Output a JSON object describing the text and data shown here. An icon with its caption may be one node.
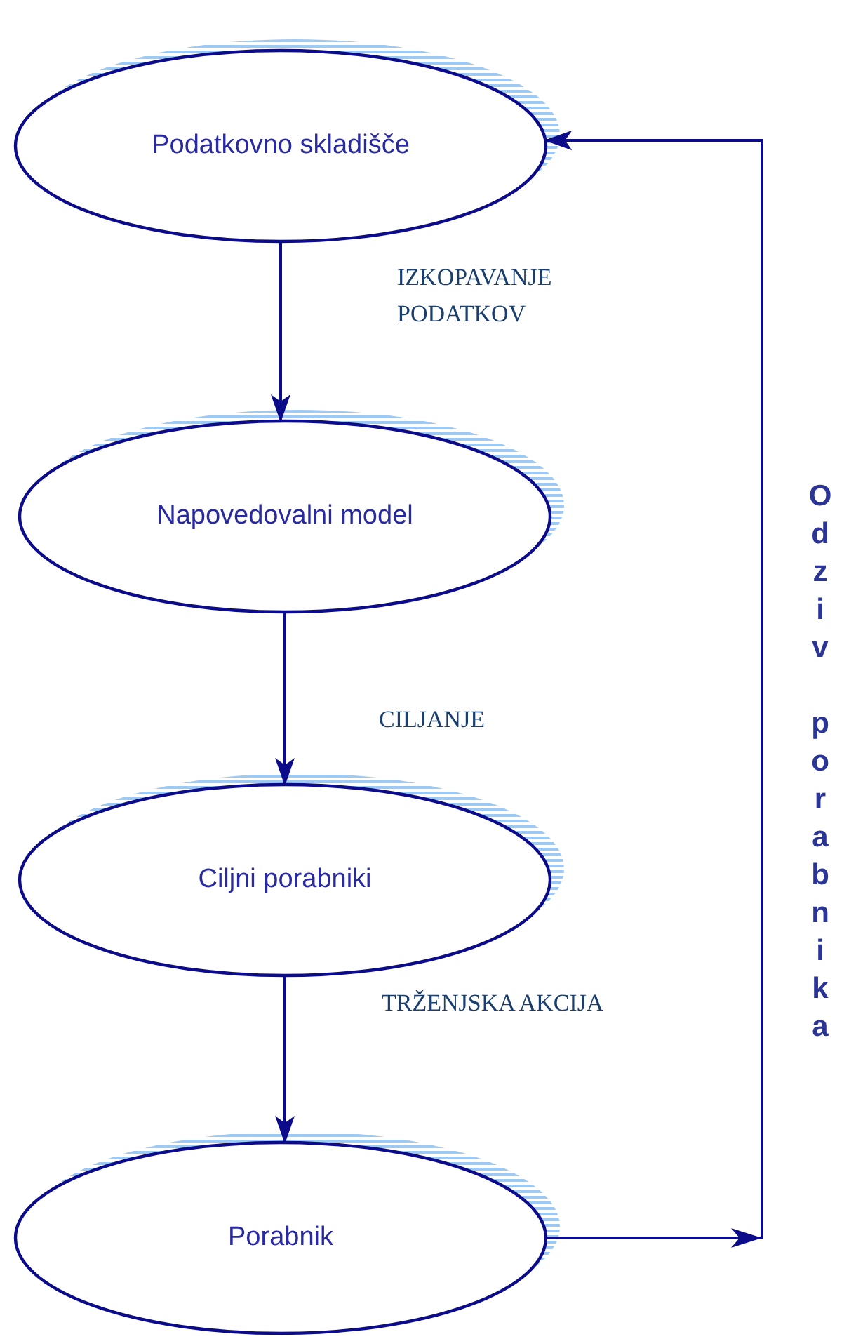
{
  "diagram": {
    "nodes": [
      {
        "text": [
          "Podatkovno skladišče"
        ]
      },
      {
        "text": [
          "Napovedovalni model"
        ]
      },
      {
        "text": [
          "Ciljni porabniki"
        ]
      },
      {
        "text": [
          "Porabnik"
        ]
      }
    ],
    "edges": [
      {
        "from": 0,
        "to": 1,
        "arrow": "to",
        "label": "IZKOPAVANJE PODATKOV"
      },
      {
        "from": 1,
        "to": 2,
        "arrow": "to",
        "label": "CILJANJE"
      },
      {
        "from": 2,
        "to": 3,
        "arrow": "to",
        "label": "TRŽENJSKA AKCIJA"
      },
      {
        "from": 3,
        "to": 0,
        "arrow": "to",
        "label": "Odziv porabnika"
      }
    ]
  }
}
